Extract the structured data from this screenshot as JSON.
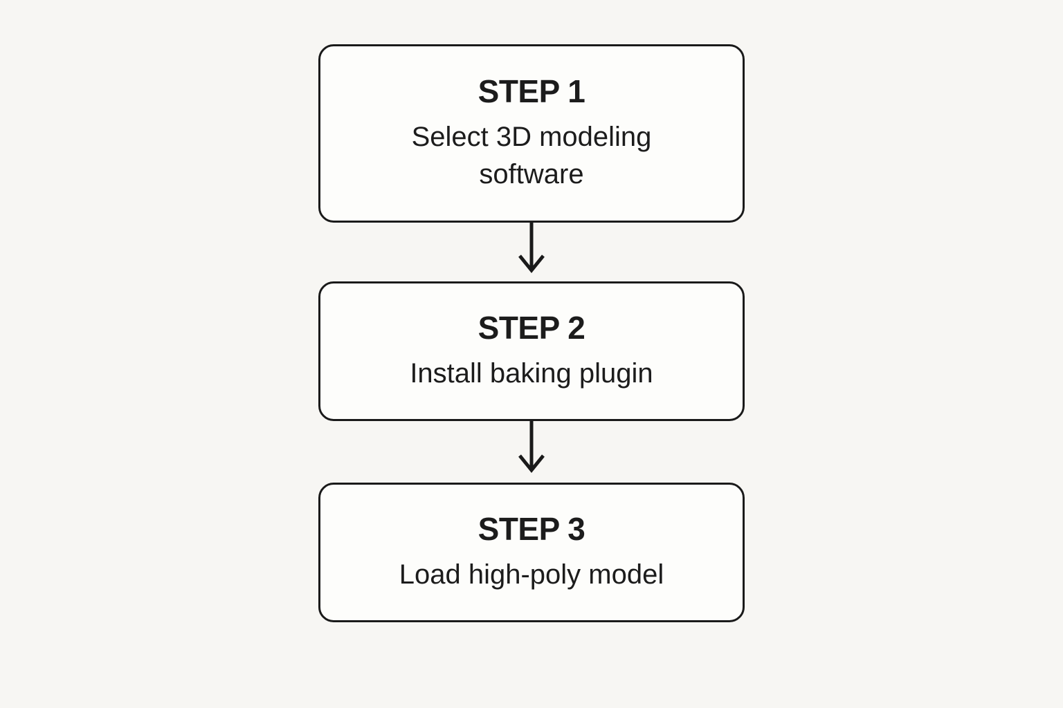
{
  "flowchart": {
    "steps": [
      {
        "label": "STEP 1",
        "description": "Select 3D modeling software"
      },
      {
        "label": "STEP 2",
        "description": "Install baking plugin"
      },
      {
        "label": "STEP 3",
        "description": "Load high-poly model"
      }
    ],
    "colors": {
      "background": "#f7f6f3",
      "box_fill": "#fdfdfb",
      "border": "#1a1a1a",
      "text": "#1c1c1c",
      "arrow": "#1a1a1a"
    }
  }
}
